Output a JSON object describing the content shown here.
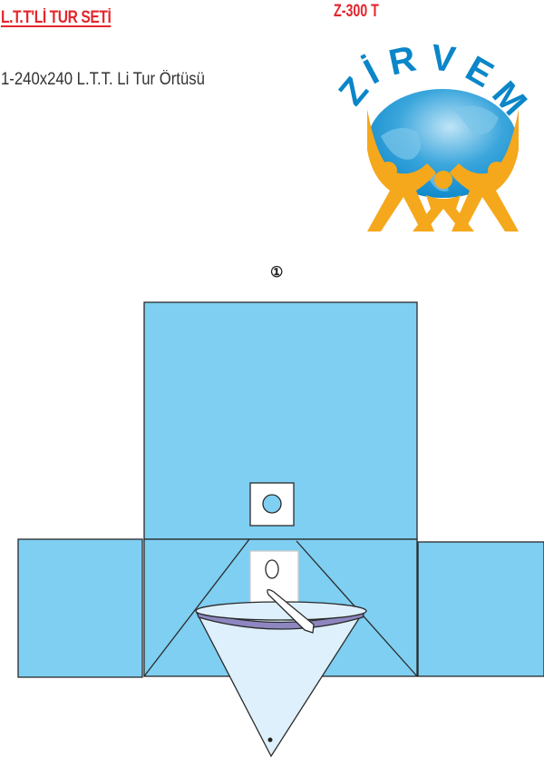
{
  "header": {
    "title": "L.T.T'Lİ TUR SETİ",
    "product_code": "Z-300 T"
  },
  "contents": [
    {
      "text": "1-240x240 L.T.T. Li Tur  Örtüsü"
    }
  ],
  "logo": {
    "text": "ZİRVEM"
  },
  "diagram": {
    "item_marker": "①"
  },
  "colors": {
    "drape": "#7ecff2",
    "title_red": "#e3262c",
    "logo_blue": "#0a86c9",
    "logo_orange": "#f5a81c",
    "pouch": "#ddf0fb",
    "pouch_rim": "#8e86c0"
  }
}
